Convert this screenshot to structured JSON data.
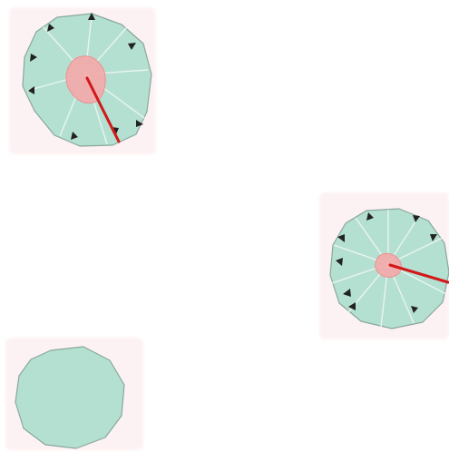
{
  "colors": {
    "background": "#ffffff",
    "cell_fill": "#b4e0d2",
    "cell_stroke": "#8aa79c",
    "spoke": "#e9f4f0",
    "nucleus_fill": "#f4a9a9",
    "nucleus_stroke": "#f08a8a",
    "pointer": "#d21818",
    "arrowhead": "#222222",
    "halo": "#fde8ea"
  },
  "cells": [
    {
      "id": "cell-top-left",
      "spoke_count": 8,
      "has_nucleus": true,
      "has_pointer": true
    },
    {
      "id": "cell-right",
      "spoke_count": 10,
      "has_nucleus": true,
      "has_pointer": true
    },
    {
      "id": "cell-bottom-left",
      "spoke_count": 0,
      "has_nucleus": false,
      "has_pointer": false
    }
  ]
}
